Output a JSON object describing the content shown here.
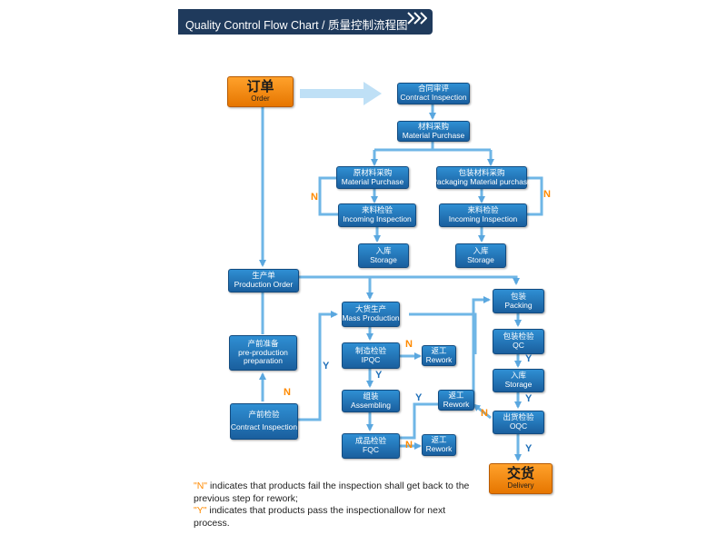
{
  "header": {
    "title": "Quality Control Flow Chart / 质量控制流程图"
  },
  "nodes": {
    "order": {
      "cn": "订单",
      "en": "Order"
    },
    "contract": {
      "cn": "合同审评",
      "en": "Contract Inspection"
    },
    "material": {
      "cn": "材料采购",
      "en": "Material Purchase"
    },
    "raw_material": {
      "cn": "原材料采购",
      "en": "Material Purchase"
    },
    "pack_material": {
      "cn": "包装材料采购",
      "en": "Packaging Material purchase"
    },
    "incoming_left": {
      "cn": "来料检验",
      "en": "Incoming Inspection"
    },
    "incoming_right": {
      "cn": "来料检验",
      "en": "Incoming Inspection"
    },
    "storage_left": {
      "cn": "入库",
      "en": "Storage"
    },
    "storage_right": {
      "cn": "入库",
      "en": "Storage"
    },
    "production_order": {
      "cn": "生产单",
      "en": "Production Order"
    },
    "preproduction": {
      "cn": "产前准备",
      "en": "pre-production preparation"
    },
    "preinspection": {
      "cn": "产前检验",
      "en": "Contract Inspection"
    },
    "mass_production": {
      "cn": "大货生产",
      "en": "Mass Production"
    },
    "ipqc": {
      "cn": "制造检验",
      "en": "IPQC"
    },
    "rework_ipqc": {
      "cn": "返工",
      "en": "Rework"
    },
    "assembling": {
      "cn": "组装",
      "en": "Assembling"
    },
    "fqc": {
      "cn": "成品检验",
      "en": "FQC"
    },
    "rework_fqc": {
      "cn": "返工",
      "en": "Rework"
    },
    "packing": {
      "cn": "包装",
      "en": "Packing"
    },
    "qc": {
      "cn": "包装检验",
      "en": "QC"
    },
    "storage_final": {
      "cn": "入库",
      "en": "Storage"
    },
    "rework_oqc": {
      "cn": "返工",
      "en": "Rework"
    },
    "oqc": {
      "cn": "出货检验",
      "en": "OQC"
    },
    "delivery": {
      "cn": "交货",
      "en": "Delivery"
    }
  },
  "labels": {
    "n": "N",
    "y": "Y"
  },
  "legend": {
    "n_key": "\"N\"",
    "n_text": " indicates that products fail the inspection shall get back to the previous step for rework;",
    "y_key": "\"Y\"",
    "y_text": " indicates that products pass the inspectionallow for next process."
  },
  "colors": {
    "node": "#1a6fb4",
    "accent": "#f08a00",
    "line": "#6fb6e6",
    "banner": "#1f3a5c"
  }
}
